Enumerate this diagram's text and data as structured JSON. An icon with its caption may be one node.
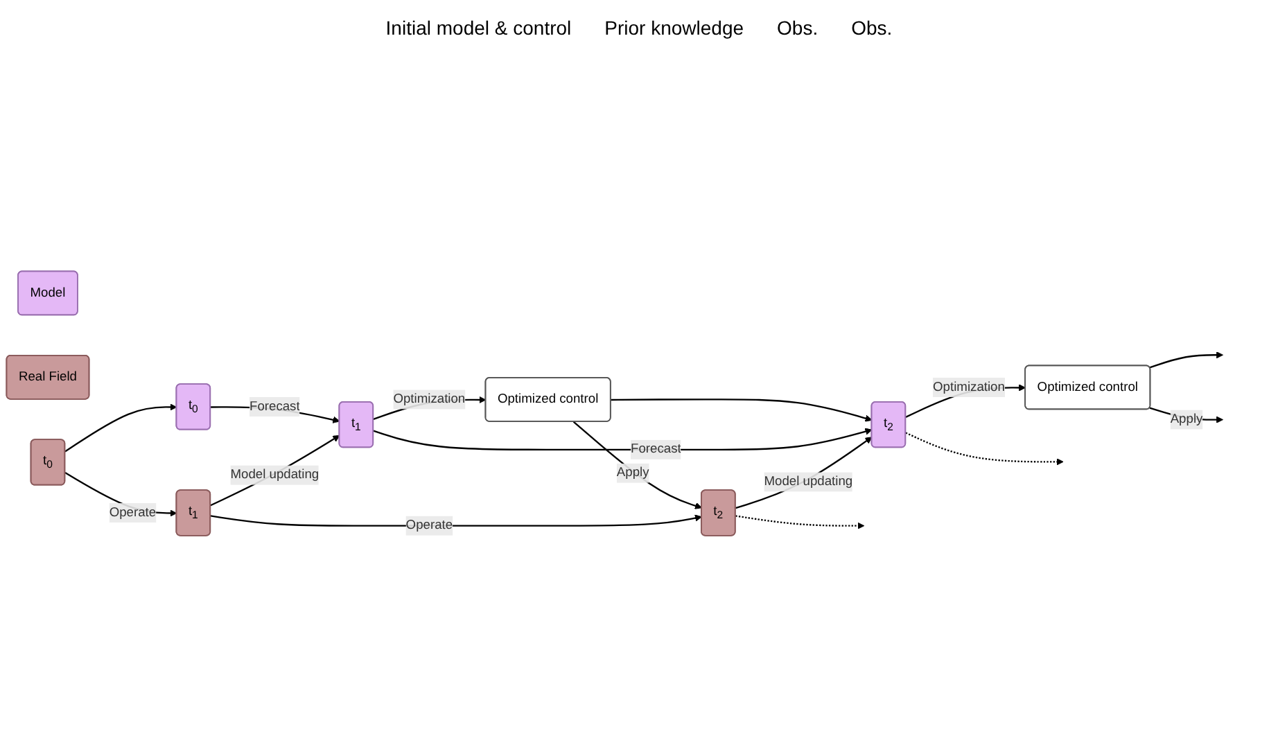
{
  "diagram": {
    "nodes": [
      {
        "text": [
          "Model"
        ]
      },
      {
        "text": [
          "Real Field"
        ]
      },
      {
        "text": [
          "t$_{0}$"
        ]
      },
      {
        "text": [
          "t$_{1}$"
        ]
      },
      {
        "text": [
          "t$_{2}$"
        ]
      },
      {
        "text": [
          "t$_{0}$"
        ]
      },
      {
        "text": [
          "t$_{1}$"
        ]
      },
      {
        "text": [
          "t$_{2}$"
        ]
      },
      {
        "text": [
          "Optimized control"
        ]
      },
      {
        "text": [
          "Optimized control"
        ]
      }
    ],
    "edges": [
      {
        "from": 2,
        "to": 3,
        "arrow": "to",
        "label": "Forecast"
      },
      {
        "from": 3,
        "to": 8,
        "arrow": "to",
        "label": "Optimization"
      },
      {
        "from": 8,
        "to": 4,
        "arrow": "to"
      },
      {
        "from": 8,
        "to": 7,
        "arrow": "to",
        "label": "Apply"
      },
      {
        "from": 3,
        "to": 4,
        "arrow": "to",
        "label": "Forecast"
      },
      {
        "from": 4,
        "to": null,
        "arrow": "to",
        "style": "dashed"
      },
      {
        "from": 4,
        "to": 9,
        "arrow": "to",
        "label": "Optimization"
      },
      {
        "from": 9,
        "to": null,
        "arrow": "to"
      },
      {
        "from": 9,
        "to": null,
        "arrow": "to",
        "label": "Apply"
      },
      {
        "from": 5,
        "to": 2,
        "arrow": "to"
      },
      {
        "from": 5,
        "to": 6,
        "arrow": "to",
        "label": "Operate"
      },
      {
        "from": 6,
        "to": 3,
        "arrow": "to",
        "label": "Model updating"
      },
      {
        "from": 6,
        "to": 7,
        "arrow": "to",
        "label": "Operate"
      },
      {
        "from": 7,
        "to": 4,
        "arrow": "to",
        "label": "Model updating"
      },
      {
        "from": 7,
        "to": null,
        "arrow": "to",
        "style": "dashed"
      }
    ],
    "labels": [
      "Initial model & control",
      "Prior knowledge",
      "Obs.",
      "Obs."
    ]
  }
}
